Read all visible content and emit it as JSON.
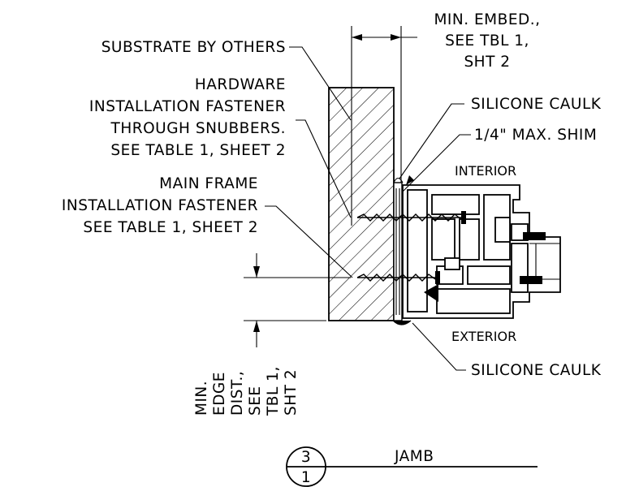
{
  "labels": {
    "min_embed": [
      "MIN. EMBED.,",
      "SEE TBL 1,",
      "SHT 2"
    ],
    "substrate": "SUBSTRATE BY OTHERS",
    "hardware": [
      "HARDWARE",
      "INSTALLATION FASTENER",
      "THROUGH SNUBBERS.",
      "SEE TABLE 1, SHEET 2"
    ],
    "main_frame": [
      "MAIN FRAME",
      "INSTALLATION FASTENER",
      "SEE TABLE 1, SHEET 2"
    ],
    "silicone_caulk_top": "SILICONE CAULK",
    "shim": "1/4\" MAX. SHIM",
    "interior": "INTERIOR",
    "exterior": "EXTERIOR",
    "silicone_caulk_bottom": "SILICONE CAULK",
    "min_edge": [
      "MIN.",
      "EDGE",
      "DIST.,",
      "SEE",
      "TBL 1,",
      "SHT 2"
    ]
  },
  "section_marker": {
    "detail_number": "3",
    "sheet_number": "1",
    "title": "JAMB"
  }
}
